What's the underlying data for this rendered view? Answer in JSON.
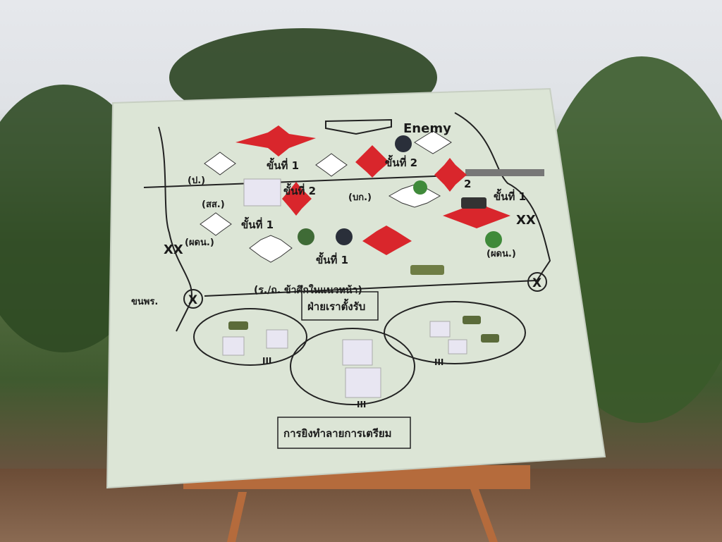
{
  "sign": {
    "enemy_label": "Enemy",
    "phase_1_top": "ขั้นที่ 1",
    "phase_2_top": "ขั้นที่ 2",
    "phase_2_mid_left": "ขั้นที่ 2",
    "phase_2_right": "2",
    "phase_1_right": "ขั้นที่ 1",
    "phase_1_left": "ขั้นที่ 1",
    "phase_1_center": "ขั้นที่ 1",
    "p_label": "(ป.)",
    "ss_label": "(สส.)",
    "bk_label": "(บก.)",
    "pdtn_left": "(ผดน.)",
    "pdtn_right": "(ผดน.)",
    "xx_left": "XX",
    "xx_right": "XX",
    "x_left": "X",
    "x_right": "X",
    "unit_left": "ขนพร.",
    "front_line_label": "(ร./ถ. ข้าศึกในแนวหน้า)",
    "defense_box": "ฝ่ายเราตั้งรับ",
    "bottom_box": "การยิงทำลายการเตรียม",
    "iii_1": "III",
    "iii_2": "III",
    "iii_3": "III"
  },
  "colors": {
    "board": "#dce5d6",
    "burst_red": "#d9262c",
    "easel": "#b56b3c"
  }
}
